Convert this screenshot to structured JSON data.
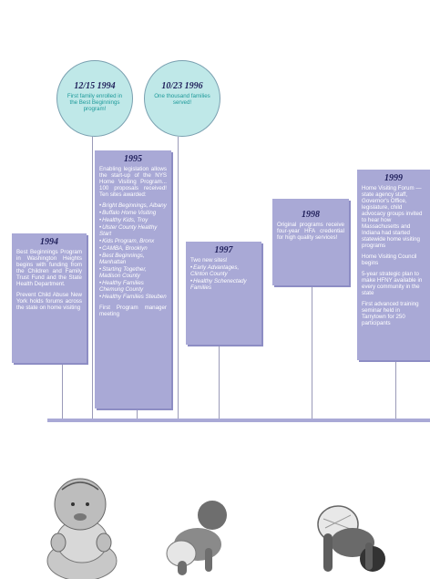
{
  "milestones": [
    {
      "date": "12/15 1994",
      "text": "First family enrolled in the Best Beginnings program!"
    },
    {
      "date": "10/23 1996",
      "text": "One thousand families served!"
    }
  ],
  "cards": {
    "y1994": {
      "year": "1994",
      "p1": "Best Beginnings Program in Washington Heights begins with funding from the Children and Family Trust Fund and the State Health Department.",
      "p2": "Prevent Child Abuse New York holds forums across the state on home visiting"
    },
    "y1995": {
      "year": "1995",
      "p1": "Enabling legislation allows the start-up of the NYS Home Visiting Program... 100 proposals received! Ten sites awarded:",
      "sites": [
        "Bright Beginnings, Albany",
        "Buffalo Home Visiting",
        "Healthy Kids, Troy",
        "Ulster County Healthy Start",
        "Kids Program, Bronx",
        "CAMBA, Brooklyn",
        "Best Beginnings, Manhattan",
        "Starting Together, Madison County",
        "Healthy Families Chemung County",
        "Healthy Families Steuben"
      ],
      "p2": "First Program manager meeting"
    },
    "y1997": {
      "year": "1997",
      "p1": "Two new sites!",
      "sites": [
        "Early Advantages, Clinton County",
        "Healthy Schenectady Families"
      ]
    },
    "y1998": {
      "year": "1998",
      "p1": "Original programs receive four-year HFA credential for high quality services!"
    },
    "y1999": {
      "year": "1999",
      "p1": "Home Visiting Forum —state agency staff, Governor's Office, legislature, child advocacy groups invited to hear how Massachusetts and Indiana had started statewide home visiting programs",
      "p2": "Home Visiting Council begins",
      "p3": "5-year strategic plan to make HFNY available in every community in the state",
      "p4": "First advanced training seminar held in Tarrytown for 250 participants"
    }
  },
  "colors": {
    "card": "#a9a9d6",
    "circle": "#bfe8e8",
    "circle_text": "#1d9a9a",
    "year_text": "#1f1f5a"
  }
}
